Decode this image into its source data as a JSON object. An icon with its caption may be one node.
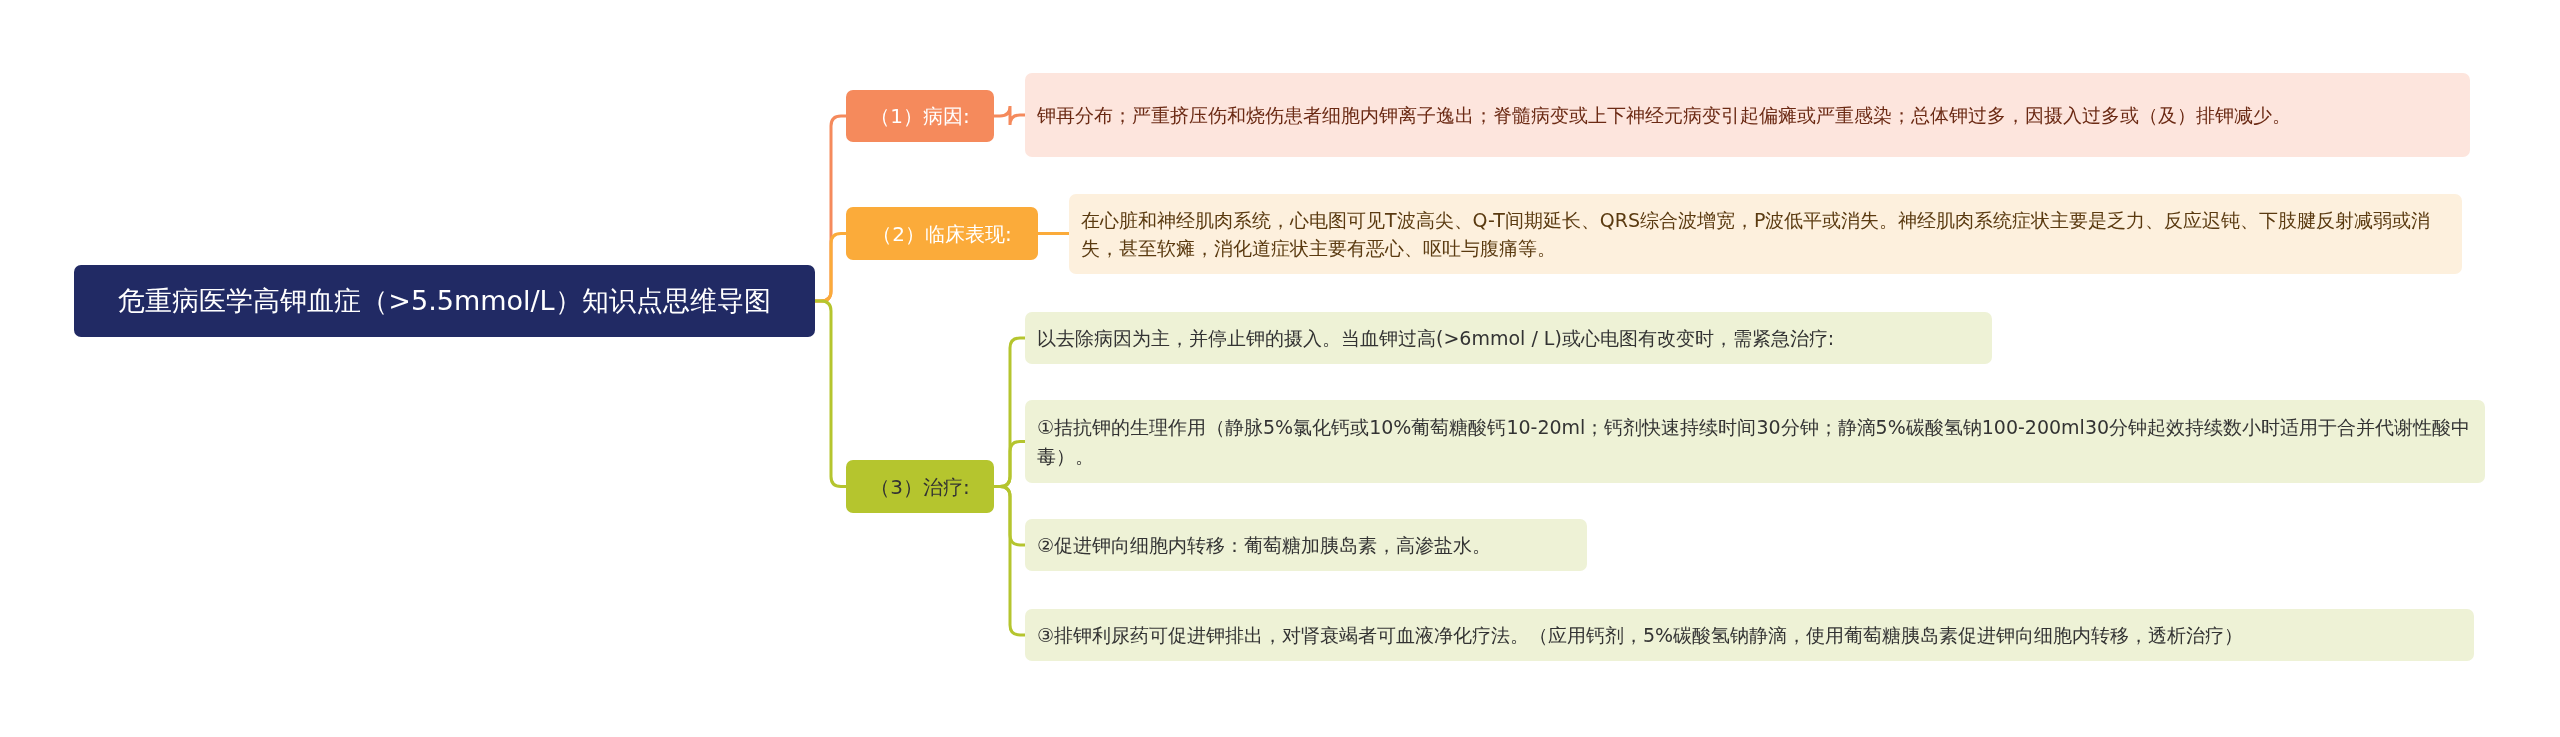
{
  "diagram": {
    "nodes": [
      {
        "text": [
          "危重病医学高钾血症（>5.5mmol/L）知识点思维导图"
        ]
      },
      {
        "text": [
          "（1）病因:"
        ]
      },
      {
        "text": [
          "钾再分布；严重挤压伤和烧伤患者细胞内钾离子逸出；脊髓病变或上下神经元病变引起偏瘫或严重感染；总体钾过多，因摄入过多或（及）排钾减少。"
        ]
      },
      {
        "text": [
          "（2）临床表现:"
        ]
      },
      {
        "text": [
          "在心脏和神经肌肉系统，心电图可见T波高尖、Q-T间期延长、QRS综合波增宽，P波低平或消失。神经肌肉系统症状主要是乏力、反应迟钝、下肢腱反射减弱或消失，甚至软瘫，消化道症状主要有恶心、呕吐与腹痛等。"
        ]
      },
      {
        "text": [
          "（3）治疗:"
        ]
      },
      {
        "text": [
          "以去除病因为主，并停止钾的摄入。当血钾过高(>6mmol / L)或心电图有改变时，需紧急治疗:"
        ]
      },
      {
        "text": [
          "①拮抗钾的生理作用（静脉5%氯化钙或10%葡萄糖酸钙10-20ml；钙剂快速持续时间30分钟；静滴5%碳酸氢钠100-200ml30分钟起效持续数小时适用于合并代谢性酸中毒）。"
        ]
      },
      {
        "text": [
          "②促进钾向细胞内转移：葡萄糖加胰岛素，高渗盐水。"
        ]
      },
      {
        "text": [
          "③排钾利尿药可促进钾排出，对肾衰竭者可血液净化疗法。（应用钙剂，5%碳酸氢钠静滴，使用葡萄糖胰岛素促进钾向细胞内转移，透析治疗）"
        ]
      }
    ],
    "edges": [
      {
        "from": 0,
        "to": 1,
        "arrow": "none",
        "color": "#f58a5c"
      },
      {
        "from": 1,
        "to": 2,
        "arrow": "none",
        "color": "#f58a5c"
      },
      {
        "from": 0,
        "to": 3,
        "arrow": "none",
        "color": "#fbab3a"
      },
      {
        "from": 3,
        "to": 4,
        "arrow": "none",
        "color": "#fbab3a"
      },
      {
        "from": 0,
        "to": 5,
        "arrow": "none"
      },
      {
        "from": 5,
        "to": 6,
        "arrow": "none"
      },
      {
        "from": 5,
        "to": 7,
        "arrow": "none"
      },
      {
        "from": 5,
        "to": 8,
        "arrow": "none"
      },
      {
        "from": 5,
        "to": 9,
        "arrow": "none"
      }
    ]
  }
}
